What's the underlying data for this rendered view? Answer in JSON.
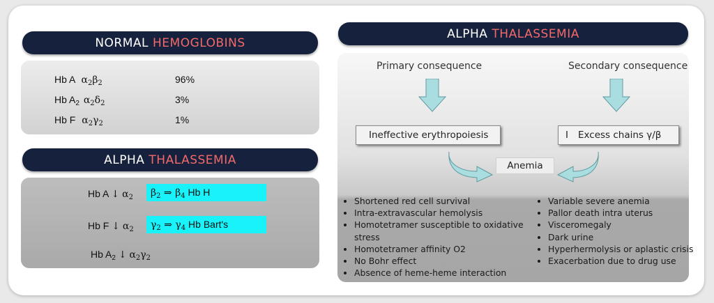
{
  "normal": {
    "title_main": "NORMAL",
    "title_accent": "HEMOGLOBINS",
    "rows": [
      {
        "name": "Hb A",
        "name_sub": "",
        "chains": "α",
        "c1sub": "2",
        "c2": "β",
        "c2sub": "2",
        "percent": "96%"
      },
      {
        "name": "Hb A",
        "name_sub": "2",
        "chains": "α",
        "c1sub": "2",
        "c2": "δ",
        "c2sub": "2",
        "percent": "3%"
      },
      {
        "name": "Hb F",
        "name_sub": "",
        "chains": "α",
        "c1sub": "2",
        "c2": "γ",
        "c2sub": "2",
        "percent": "1%"
      }
    ]
  },
  "alpha_left": {
    "title_main": "ALPHA",
    "title_accent": "THALASSEMIA",
    "rows": [
      {
        "hb": "Hb A",
        "hb_sub": "",
        "arrow": "↓",
        "chain": "α",
        "chain_sub": "2",
        "from": "β",
        "from_sub": "2",
        "implies": "⇒",
        "to": "β",
        "to_sub": "4",
        "result": "Hb H"
      },
      {
        "hb": "Hb F",
        "hb_sub": "",
        "arrow": "↓",
        "chain": "α",
        "chain_sub": "2",
        "from": "γ",
        "from_sub": "2",
        "implies": "⇒",
        "to": "γ",
        "to_sub": "4",
        "result": "Hb Bart's"
      },
      {
        "hb": "Hb A",
        "hb_sub": "2",
        "arrow": "↓",
        "chain": "α",
        "chain_sub": "2",
        "chain2": "γ",
        "chain2_sub": "2"
      }
    ]
  },
  "alpha_right": {
    "title_main": "ALPHA",
    "title_accent": "THALASSEMIA",
    "primary_label": "Primary consequence",
    "secondary_label": "Secondary consequence",
    "box_left": "Ineffective erythropoiesis",
    "box_right_mark": "I",
    "box_right": "Excess chains γ/β",
    "center": "Anemia",
    "left_list": [
      "Shortened red cell survival",
      "Intra-extravascular hemolysis",
      "Homotetramer susceptible to oxidative stress",
      "Homotetramer affinity O2",
      "No Bohr effect",
      "Absence of heme-heme interaction"
    ],
    "right_list": [
      "Variable severe anemia",
      "Pallor death intra uterus",
      "Visceromegaly",
      "Dark urine",
      "Hyperhermolysis or aplastic crisis",
      "Exacerbation due to drug use"
    ]
  },
  "colors": {
    "pill": "#16213d",
    "accent": "#f26a6a",
    "cyan": "#18f2f8",
    "arrow_fill": "#a9dde0"
  }
}
